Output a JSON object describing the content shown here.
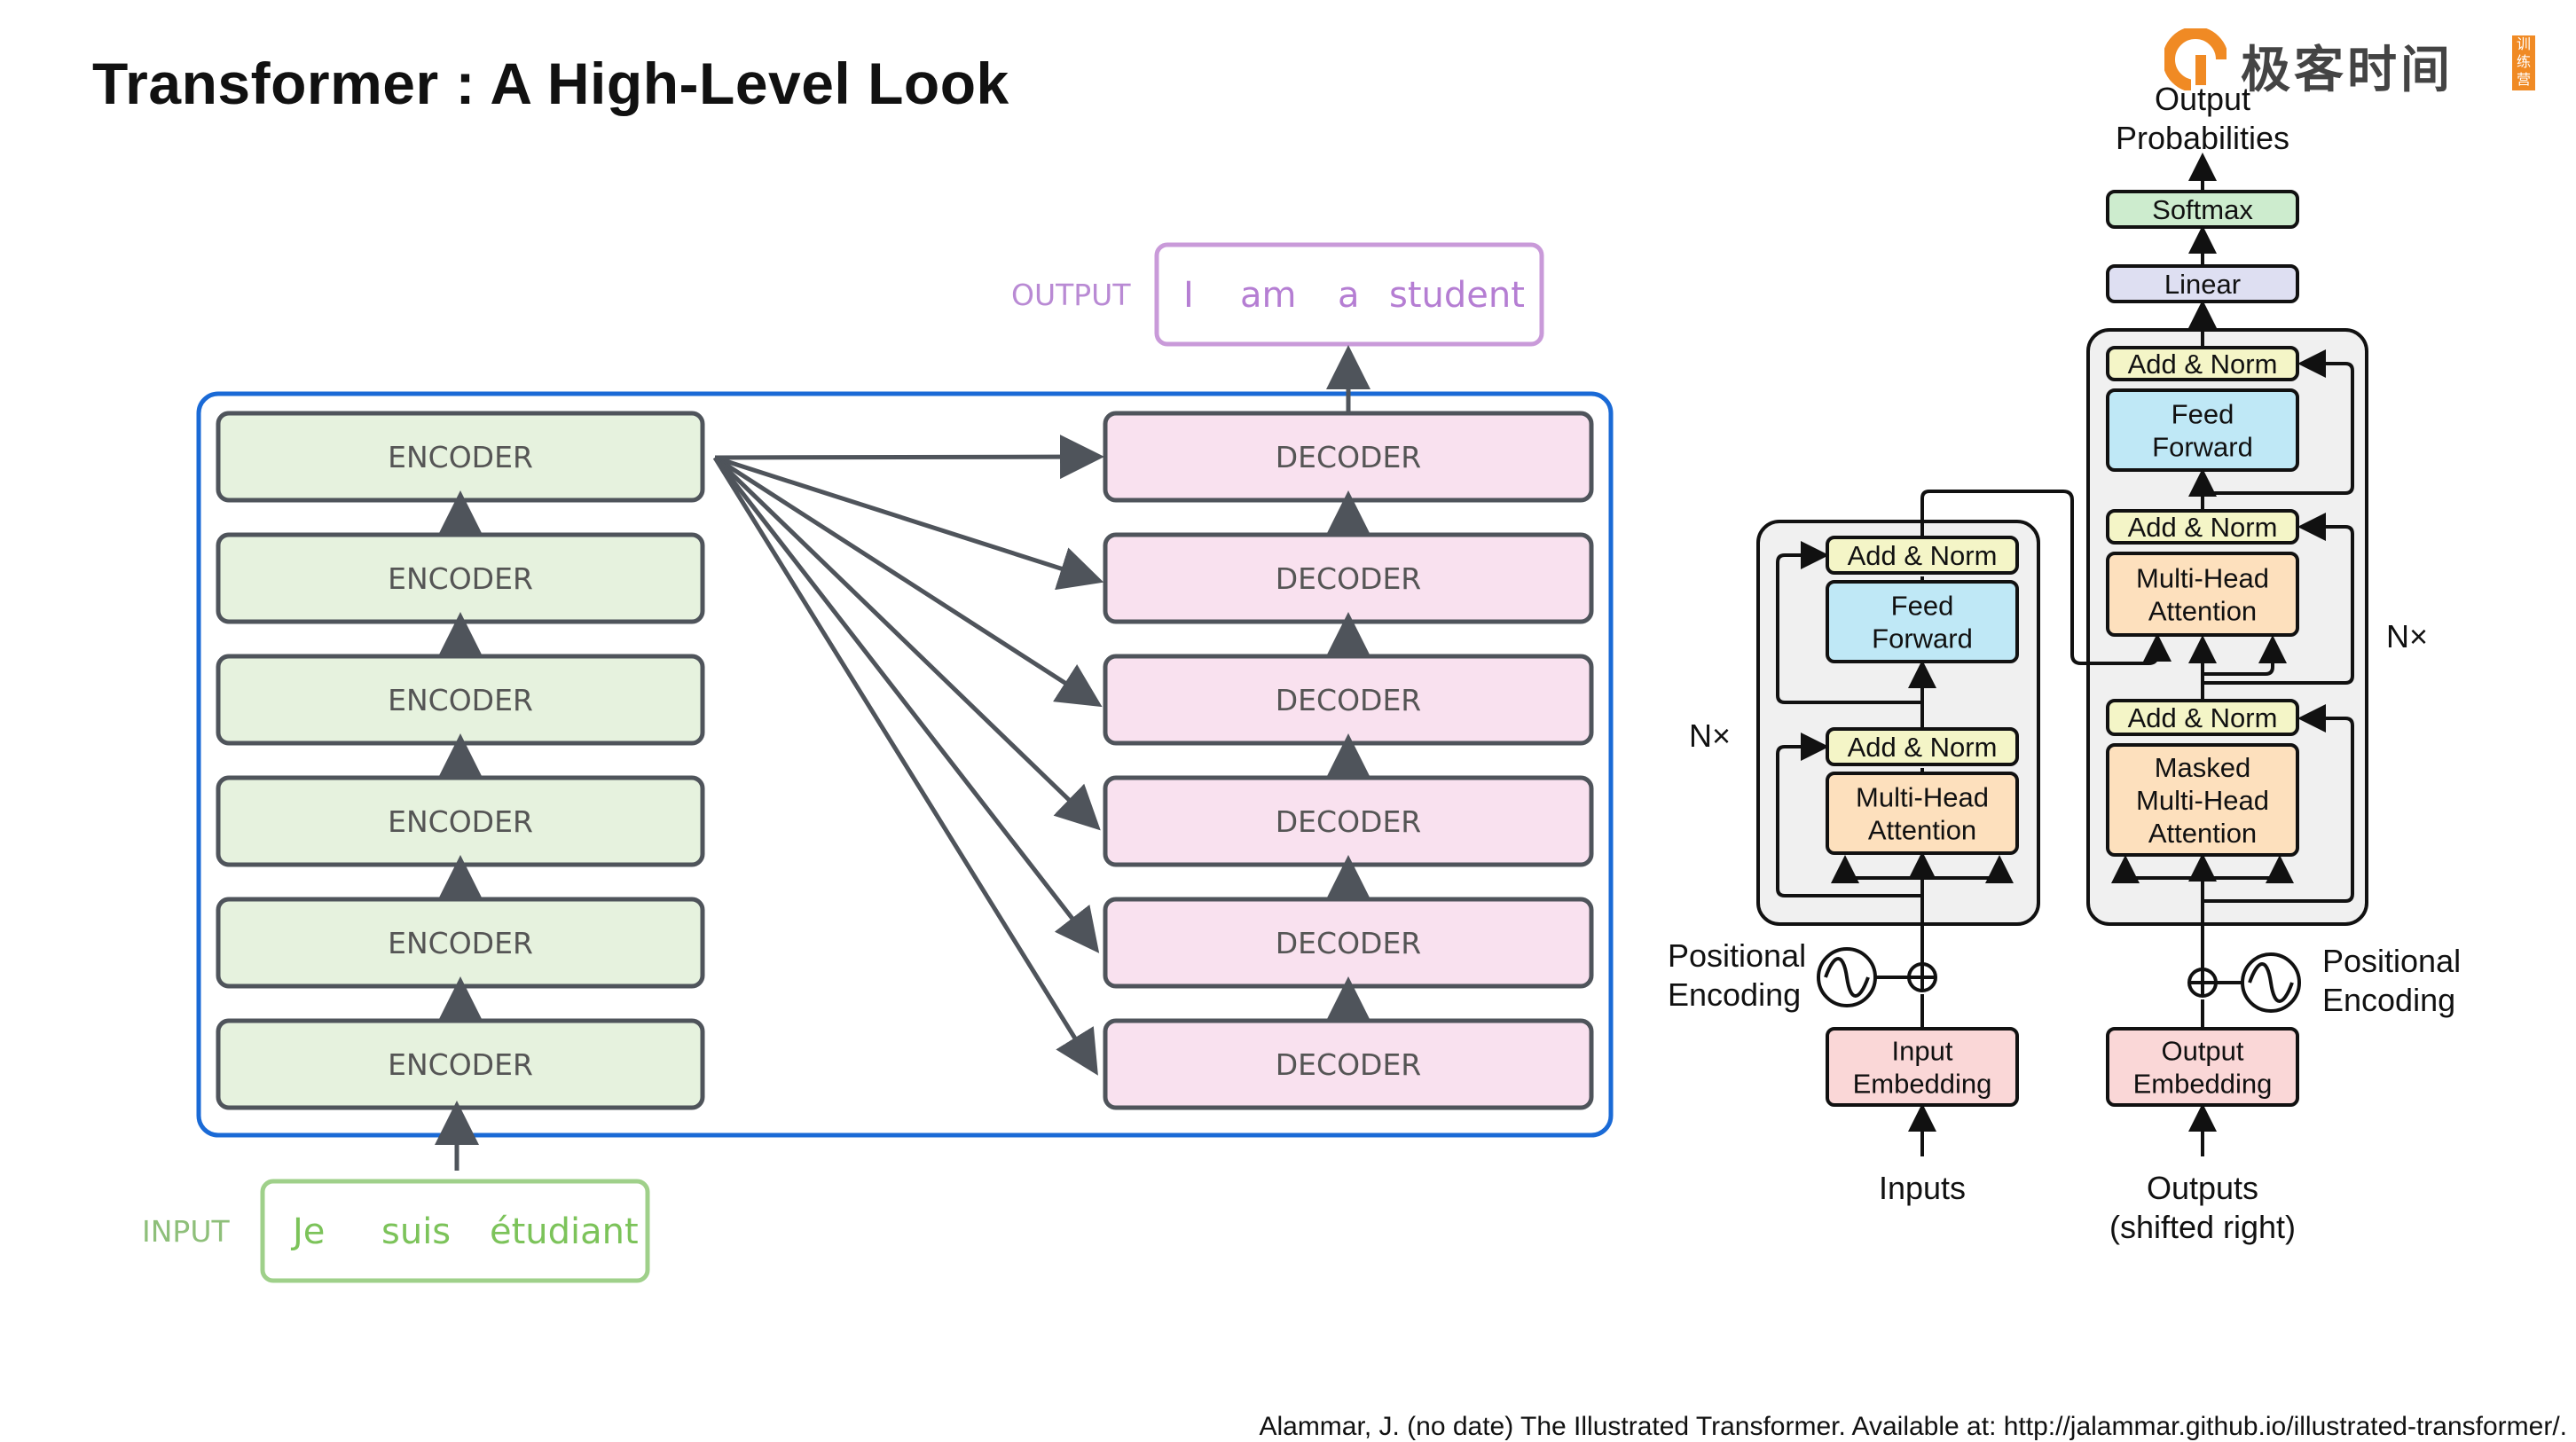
{
  "title": "Transformer : A High-Level Look",
  "citation": "Alammar, J. (no date) The Illustrated Transformer. Available at: http://jalammar.github.io/illustrated-transformer/.",
  "logo": {
    "text": "极客时间",
    "badge": "训练营",
    "icon": "geektime-logo-icon"
  },
  "colors": {
    "stack_frame": "#1a6ad6",
    "encoder_fill": "#e6f2de",
    "decoder_fill": "#f9e1ef",
    "block_border": "#4f545b",
    "arrow": "#4f545b",
    "input_border": "#9fd08a",
    "output_border": "#c99ad9",
    "add_norm": "#f4f5c7",
    "feed_forward": "#bfe8f6",
    "attention": "#fde0bd",
    "embedding": "#fad7d7",
    "linear": "#dedff2",
    "softmax": "#cdecce",
    "block_panel": "#f0f0f0"
  },
  "left": {
    "encoders": [
      "ENCODER",
      "ENCODER",
      "ENCODER",
      "ENCODER",
      "ENCODER",
      "ENCODER"
    ],
    "decoders": [
      "DECODER",
      "DECODER",
      "DECODER",
      "DECODER",
      "DECODER",
      "DECODER"
    ],
    "input_tag": "INPUT",
    "input_words": [
      "Je",
      "suis",
      "étudiant"
    ],
    "output_tag": "OUTPUT",
    "output_words": [
      "I",
      "am",
      "a",
      "student"
    ]
  },
  "arch": {
    "output_probabilities": [
      "Output",
      "Probabilities"
    ],
    "softmax": "Softmax",
    "linear": "Linear",
    "add_norm": "Add & Norm",
    "feed_forward": [
      "Feed",
      "Forward"
    ],
    "multi_head_attention": [
      "Multi-Head",
      "Attention"
    ],
    "masked_attention": [
      "Masked",
      "Multi-Head",
      "Attention"
    ],
    "nx": "N×",
    "positional_encoding": [
      "Positional",
      "Encoding"
    ],
    "input_embedding": [
      "Input",
      "Embedding"
    ],
    "output_embedding": [
      "Output",
      "Embedding"
    ],
    "inputs": "Inputs",
    "outputs": [
      "Outputs",
      "(shifted right)"
    ]
  }
}
